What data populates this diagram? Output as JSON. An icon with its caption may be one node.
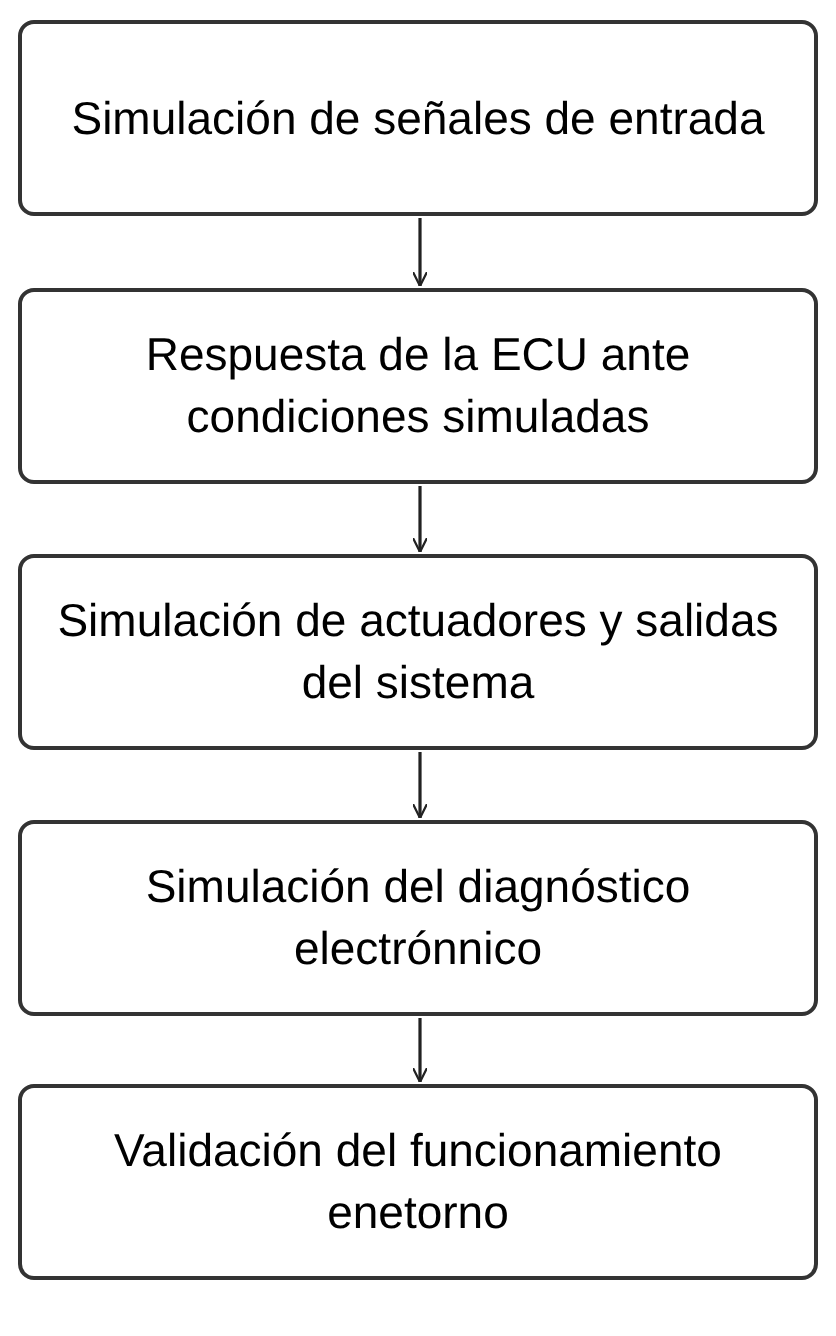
{
  "diagram": {
    "nodes": [
      {
        "text": [
          "Simulación de señales de entrada"
        ]
      },
      {
        "text": [
          "Respuesta de la ECU ante condiciones simuladas"
        ]
      },
      {
        "text": [
          "Simulación de actuadores y salidas del sistema"
        ]
      },
      {
        "text": [
          "Simulación del diagnóstico electrónnico"
        ]
      },
      {
        "text": [
          "Validación del funcionamiento enetorno"
        ]
      }
    ],
    "edges": [
      {
        "from": 0,
        "to": 1,
        "arrow": "to"
      },
      {
        "from": 1,
        "to": 2,
        "arrow": "to"
      },
      {
        "from": 2,
        "to": 3,
        "arrow": "to"
      },
      {
        "from": 3,
        "to": 4,
        "arrow": "to"
      }
    ]
  }
}
